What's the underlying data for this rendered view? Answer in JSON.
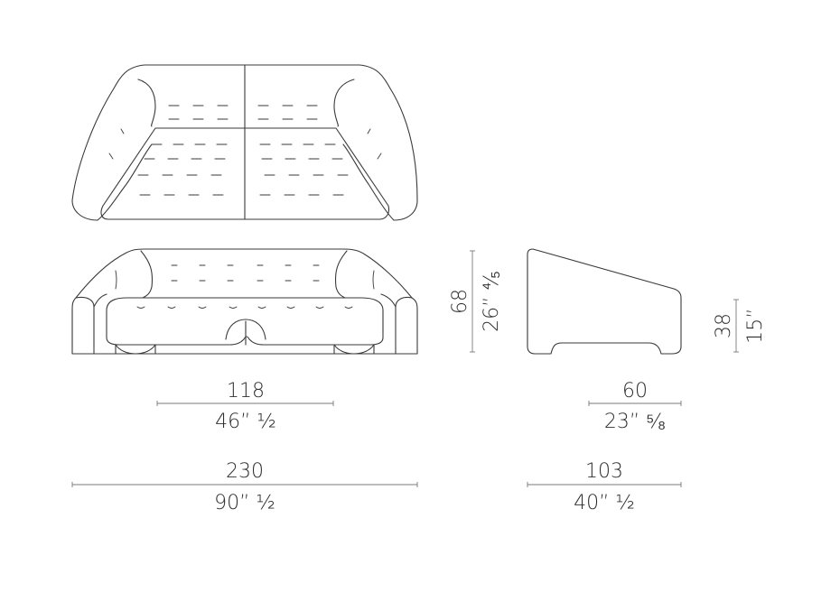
{
  "views": {
    "top": "top view",
    "front": "front view",
    "side": "side view"
  },
  "dimensions": {
    "seat_width_cm": "118",
    "seat_width_in": "46” ½",
    "total_width_cm": "230",
    "total_width_in": "90” ½",
    "height_cm": "68",
    "height_in": "26” ⁴⁄₅",
    "seat_depth_cm": "60",
    "seat_depth_in": "23” ⁵⁄₈",
    "total_depth_cm": "103",
    "total_depth_in": "40” ½",
    "seat_height_cm": "38",
    "seat_height_in": "15”"
  },
  "colors": {
    "line": "#3a3a3a",
    "dimension": "#7a7a7a",
    "background": "#ffffff"
  }
}
